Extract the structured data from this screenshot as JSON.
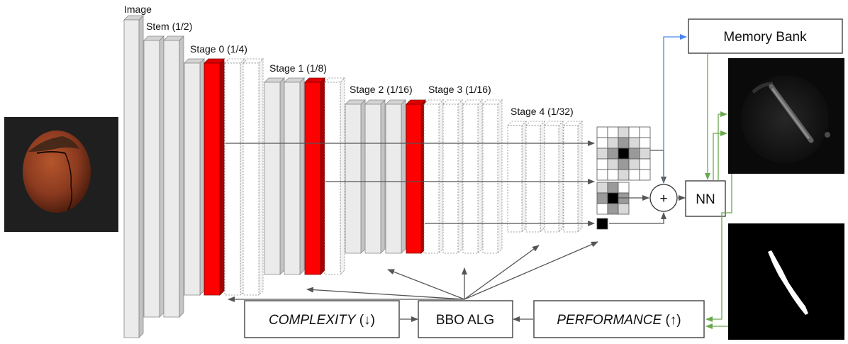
{
  "labels": {
    "image": "Image",
    "stem": "Stem (1/2)",
    "stage0": "Stage 0 (1/4)",
    "stage1": "Stage 1 (1/8)",
    "stage2": "Stage 2 (1/16)",
    "stage3": "Stage 3 (1/16)",
    "stage4": "Stage 4 (1/32)"
  },
  "boxes": {
    "memory_bank": "Memory Bank",
    "nn": "NN",
    "plus": "+",
    "bbo": "BBO ALG",
    "complexity": "COMPLEXITY",
    "complexity_arrow": " (↓)",
    "performance": "PERFORMANCE",
    "performance_arrow": " (↑)"
  },
  "colors": {
    "block_fill": "#ebebeb",
    "block_top": "#d4d4d4",
    "block_side": "#c4c4c4",
    "selected_fill": "#ff0000",
    "selected_top": "#e00000",
    "selected_side": "#a80000",
    "arrow_gray": "#555555",
    "arrow_green": "#6aa84f",
    "arrow_blue": "#4a86e8",
    "hazelnut": "#8b3a1f",
    "background_dark": "#1f1f1f"
  },
  "images": {
    "input": "hazelnut-photo",
    "anomaly_map": "anomaly-heatmap",
    "mask": "ground-truth-mask"
  }
}
